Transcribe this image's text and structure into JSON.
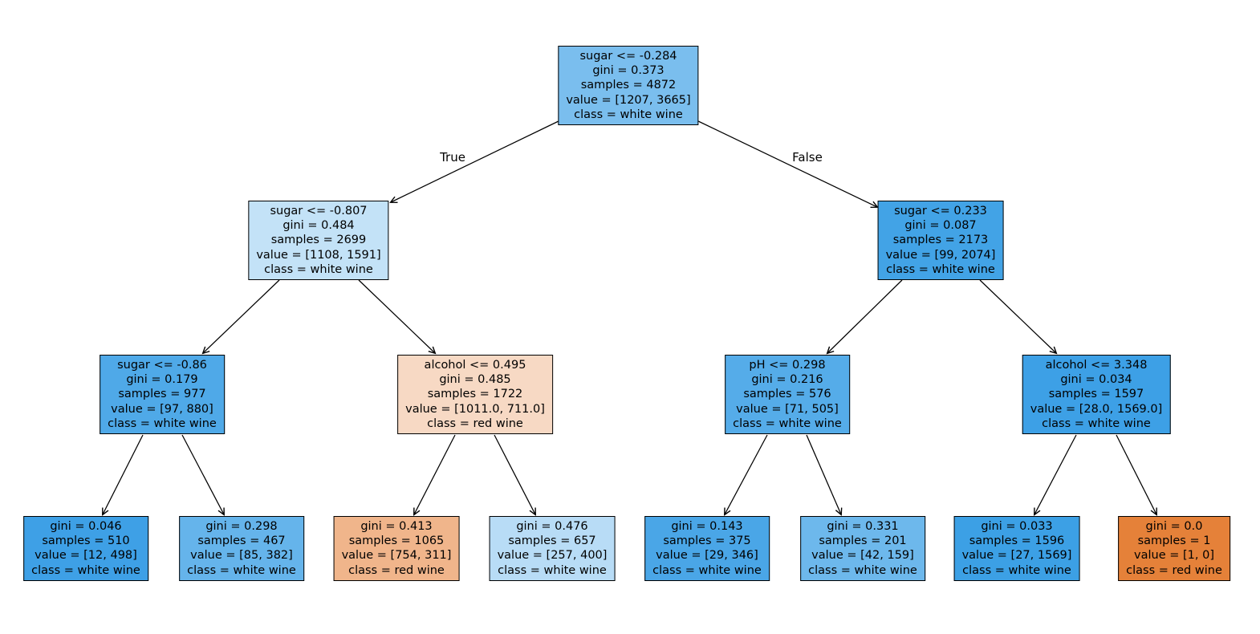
{
  "figure": {
    "kind": "decision-tree-plot",
    "background": "#ffffff",
    "classes": [
      "red wine",
      "white wine"
    ],
    "class_colors": {
      "red_wine": "#e58139",
      "white_wine": "#399ee5"
    }
  },
  "edges": {
    "true_label": "True",
    "false_label": "False"
  },
  "nodes": {
    "root": {
      "color": "#7abeee",
      "lines": [
        "sugar <= -0.284",
        "gini = 0.373",
        "samples = 4872",
        "value = [1207, 3665]",
        "class = white wine"
      ]
    },
    "depth1_left": {
      "color": "#c3e2f7",
      "lines": [
        "sugar <= -0.807",
        "gini = 0.484",
        "samples = 2699",
        "value = [1108, 1591]",
        "class = white wine"
      ]
    },
    "depth1_right": {
      "color": "#42a3e6",
      "lines": [
        "sugar <= 0.233",
        "gini = 0.087",
        "samples = 2173",
        "value = [99, 2074]",
        "class = white wine"
      ]
    },
    "depth2_1": {
      "color": "#4fa9e8",
      "lines": [
        "sugar <= -0.86",
        "gini = 0.179",
        "samples = 977",
        "value = [97, 880]",
        "class = white wine"
      ]
    },
    "depth2_2": {
      "color": "#f7d9c4",
      "lines": [
        "alcohol <= 0.495",
        "gini = 0.485",
        "samples = 1722",
        "value = [1011.0, 711.0]",
        "class = red wine"
      ]
    },
    "depth2_3": {
      "color": "#55ace9",
      "lines": [
        "pH <= 0.298",
        "gini = 0.216",
        "samples = 576",
        "value = [71, 505]",
        "class = white wine"
      ]
    },
    "depth2_4": {
      "color": "#3da0e6",
      "lines": [
        "alcohol <= 3.348",
        "gini = 0.034",
        "samples = 1597",
        "value = [28.0, 1569.0]",
        "class = white wine"
      ]
    },
    "leaf_1": {
      "color": "#3ea0e6",
      "lines": [
        "gini = 0.046",
        "samples = 510",
        "value = [12, 498]",
        "class = white wine"
      ]
    },
    "leaf_2": {
      "color": "#65b4eb",
      "lines": [
        "gini = 0.298",
        "samples = 467",
        "value = [85, 382]",
        "class = white wine"
      ]
    },
    "leaf_3": {
      "color": "#f0b58b",
      "lines": [
        "gini = 0.413",
        "samples = 1065",
        "value = [754, 311]",
        "class = red wine"
      ]
    },
    "leaf_4": {
      "color": "#b8dcf6",
      "lines": [
        "gini = 0.476",
        "samples = 657",
        "value = [257, 400]",
        "class = white wine"
      ]
    },
    "leaf_5": {
      "color": "#4aa6e7",
      "lines": [
        "gini = 0.143",
        "samples = 375",
        "value = [29, 346]",
        "class = white wine"
      ]
    },
    "leaf_6": {
      "color": "#6db8ec",
      "lines": [
        "gini = 0.331",
        "samples = 201",
        "value = [42, 159]",
        "class = white wine"
      ]
    },
    "leaf_7": {
      "color": "#3ca0e5",
      "lines": [
        "gini = 0.033",
        "samples = 1596",
        "value = [27, 1569]",
        "class = white wine"
      ]
    },
    "leaf_8": {
      "color": "#e58139",
      "lines": [
        "gini = 0.0",
        "samples = 1",
        "value = [1, 0]",
        "class = red wine"
      ]
    }
  }
}
